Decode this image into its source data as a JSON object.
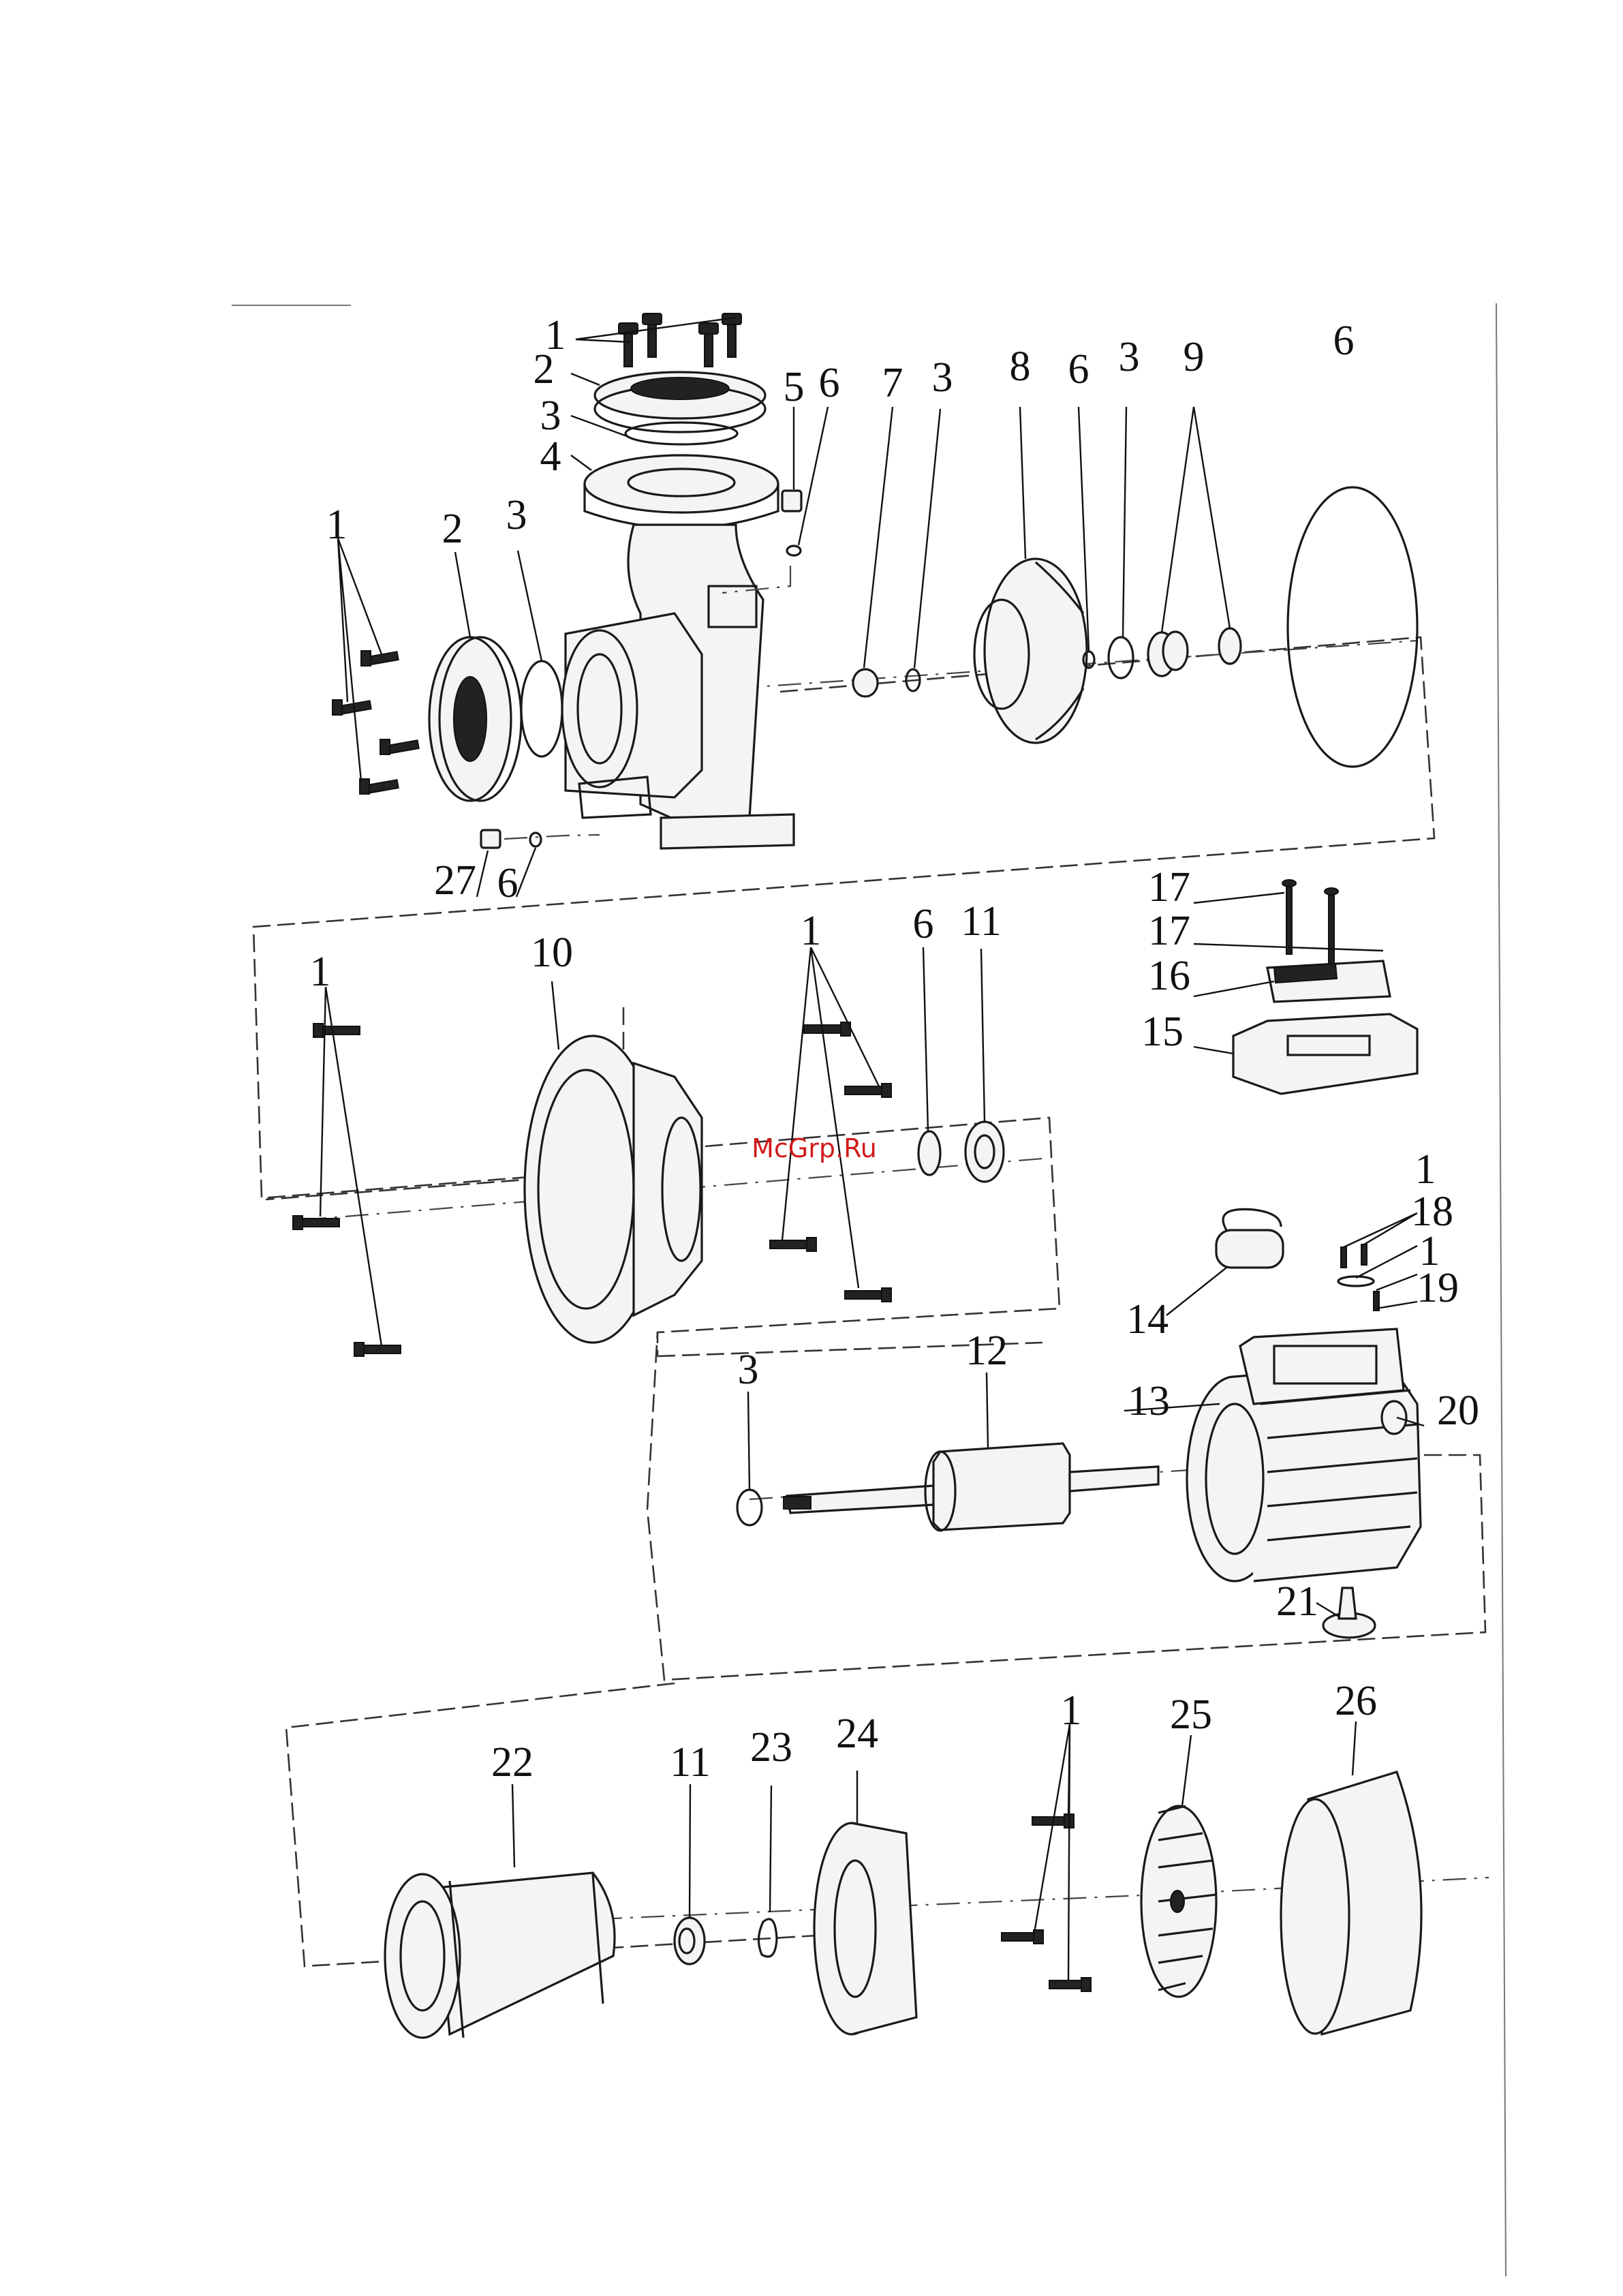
{
  "watermark": "McGrp.Ru",
  "callouts": [
    {
      "id": "c-1-top",
      "text": "1"
    },
    {
      "id": "c-2-top",
      "text": "2"
    },
    {
      "id": "c-3-top",
      "text": "3"
    },
    {
      "id": "c-4",
      "text": "4"
    },
    {
      "id": "c-5",
      "text": "5"
    },
    {
      "id": "c-6-a",
      "text": "6"
    },
    {
      "id": "c-7",
      "text": "7"
    },
    {
      "id": "c-3-b",
      "text": "3"
    },
    {
      "id": "c-8",
      "text": "8"
    },
    {
      "id": "c-6-b",
      "text": "6"
    },
    {
      "id": "c-3-c",
      "text": "3"
    },
    {
      "id": "c-9",
      "text": "9"
    },
    {
      "id": "c-6-c",
      "text": "6"
    },
    {
      "id": "c-1-left",
      "text": "1"
    },
    {
      "id": "c-2-left",
      "text": "2"
    },
    {
      "id": "c-3-left",
      "text": "3"
    },
    {
      "id": "c-27",
      "text": "27"
    },
    {
      "id": "c-6-d",
      "text": "6"
    },
    {
      "id": "c-17-a",
      "text": "17"
    },
    {
      "id": "c-17-b",
      "text": "17"
    },
    {
      "id": "c-16",
      "text": "16"
    },
    {
      "id": "c-15",
      "text": "15"
    },
    {
      "id": "c-1-r2",
      "text": "1"
    },
    {
      "id": "c-10",
      "text": "10"
    },
    {
      "id": "c-1-r2b",
      "text": "1"
    },
    {
      "id": "c-6-e",
      "text": "6"
    },
    {
      "id": "c-11-a",
      "text": "11"
    },
    {
      "id": "c-1-r3",
      "text": "1"
    },
    {
      "id": "c-18",
      "text": "18"
    },
    {
      "id": "c-1-r3b",
      "text": "1"
    },
    {
      "id": "c-19",
      "text": "19"
    },
    {
      "id": "c-14",
      "text": "14"
    },
    {
      "id": "c-3-d",
      "text": "3"
    },
    {
      "id": "c-12",
      "text": "12"
    },
    {
      "id": "c-13",
      "text": "13"
    },
    {
      "id": "c-20",
      "text": "20"
    },
    {
      "id": "c-21",
      "text": "21"
    },
    {
      "id": "c-22",
      "text": "22"
    },
    {
      "id": "c-11-b",
      "text": "11"
    },
    {
      "id": "c-23",
      "text": "23"
    },
    {
      "id": "c-24",
      "text": "24"
    },
    {
      "id": "c-1-r4",
      "text": "1"
    },
    {
      "id": "c-25",
      "text": "25"
    },
    {
      "id": "c-26",
      "text": "26"
    }
  ]
}
